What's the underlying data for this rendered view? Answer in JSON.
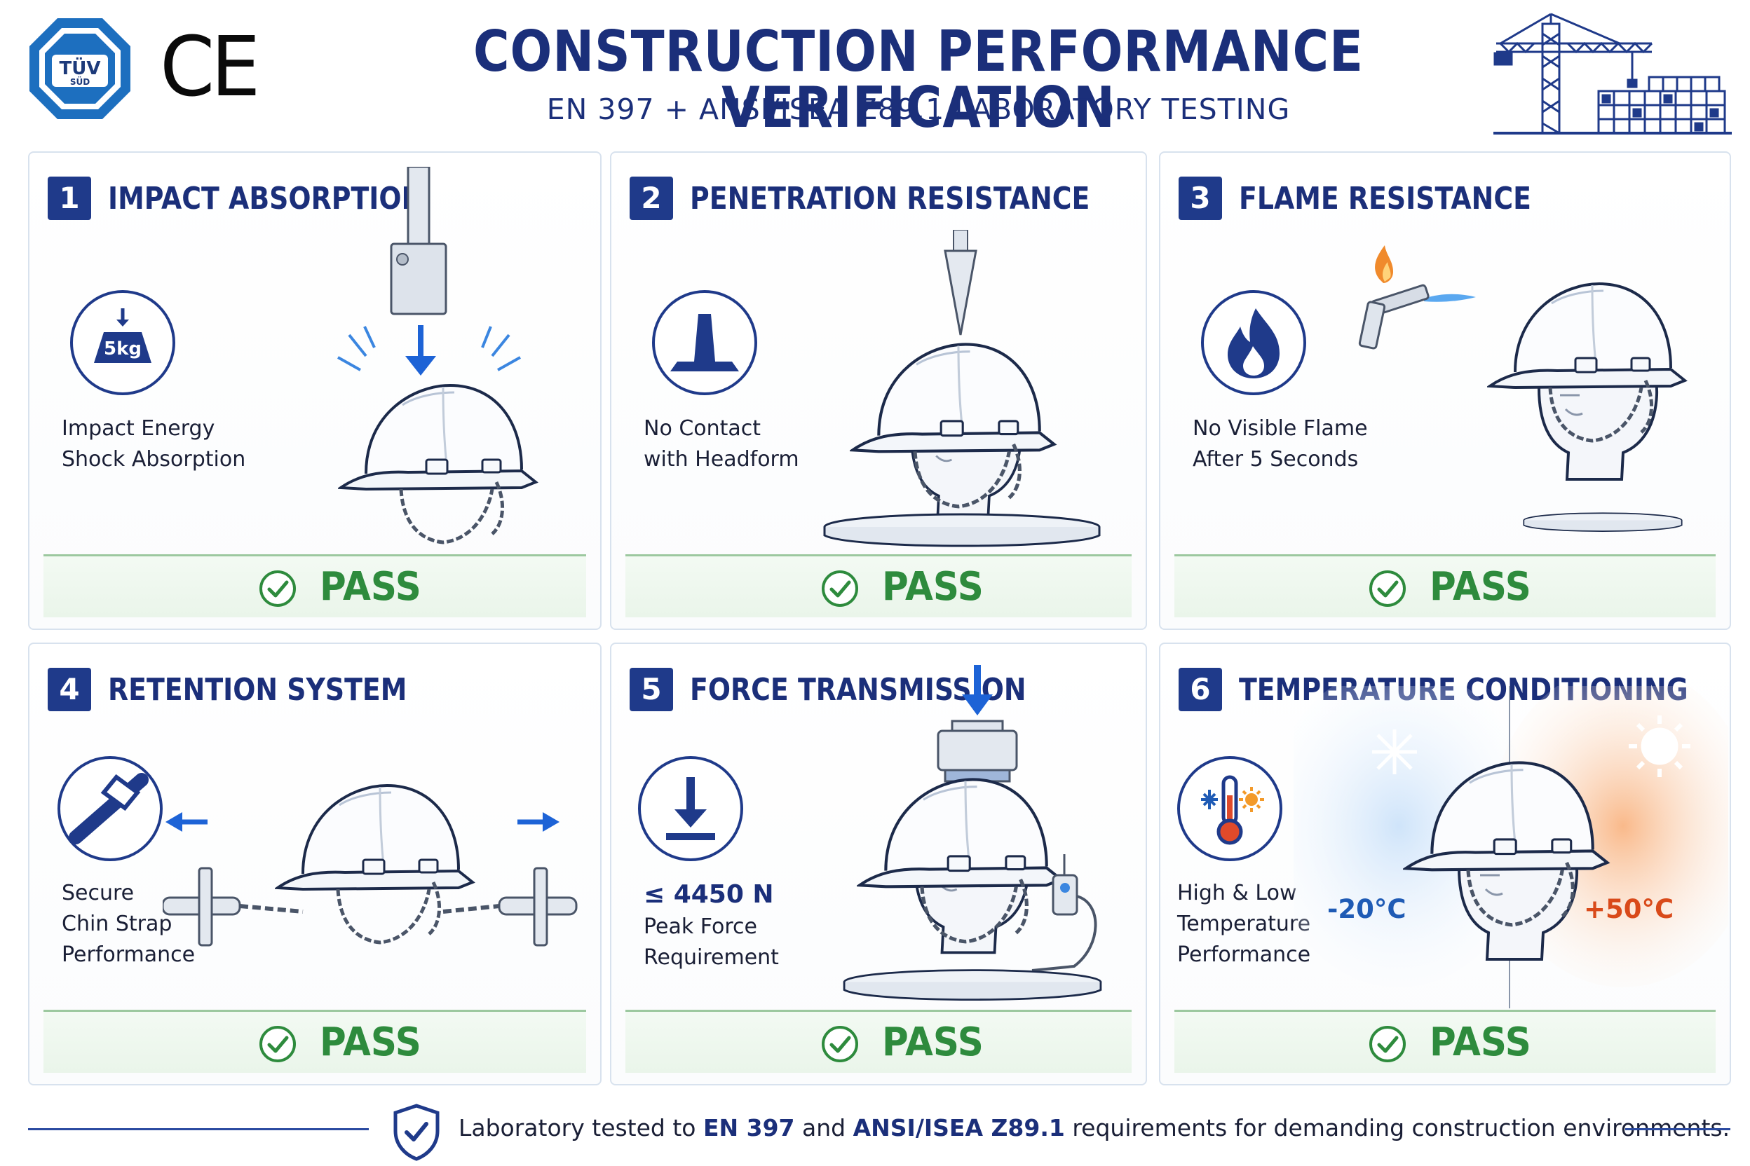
{
  "header": {
    "tuv_logo_text": "TÜV",
    "tuv_logo_subtext": "SÜD",
    "ce_mark": "CE",
    "title": "CONSTRUCTION PERFORMANCE VERIFICATION",
    "subtitle": "EN 397 + ANSI/ISEA Z89.1 LABORATORY TESTING"
  },
  "panels": [
    {
      "number": "1",
      "title": "IMPACT ABSORPTION",
      "icon": "weight-drop-icon",
      "icon_text": "5kg",
      "caption": [
        "Impact Energy",
        "Shock Absorption"
      ],
      "result": "PASS"
    },
    {
      "number": "2",
      "title": "PENETRATION RESISTANCE",
      "icon": "cone-striker-icon",
      "caption": [
        "No Contact",
        "with Headform"
      ],
      "result": "PASS"
    },
    {
      "number": "3",
      "title": "FLAME RESISTANCE",
      "icon": "flame-icon",
      "caption": [
        "No Visible Flame",
        "After 5 Seconds"
      ],
      "result": "PASS"
    },
    {
      "number": "4",
      "title": "RETENTION SYSTEM",
      "icon": "chin-strap-buckle-icon",
      "caption": [
        "Secure",
        "Chin Strap",
        "Performance"
      ],
      "result": "PASS"
    },
    {
      "number": "5",
      "title": "FORCE TRANSMISSION",
      "icon": "downward-force-icon",
      "caption_value": "≤ 4450 N",
      "caption": [
        "Peak Force",
        "Requirement"
      ],
      "result": "PASS"
    },
    {
      "number": "6",
      "title": "TEMPERATURE CONDITIONING",
      "icon": "thermometer-icon",
      "caption": [
        "High & Low",
        "Temperature",
        "Performance"
      ],
      "cold_label": "-20°C",
      "hot_label": "+50°C",
      "result": "PASS"
    }
  ],
  "footer": {
    "text_1": "Laboratory tested to ",
    "standard_1": "EN 397",
    "text_2": " and ",
    "standard_2": "ANSI/ISEA Z89.1",
    "text_3": " requirements for demanding construction environments."
  },
  "colors": {
    "brand_navy": "#1b2f7a",
    "badge_blue": "#1f3a8a",
    "pass_green": "#2e8b3d",
    "cold_blue": "#1f5bb5",
    "hot_orange": "#d94a1a"
  }
}
